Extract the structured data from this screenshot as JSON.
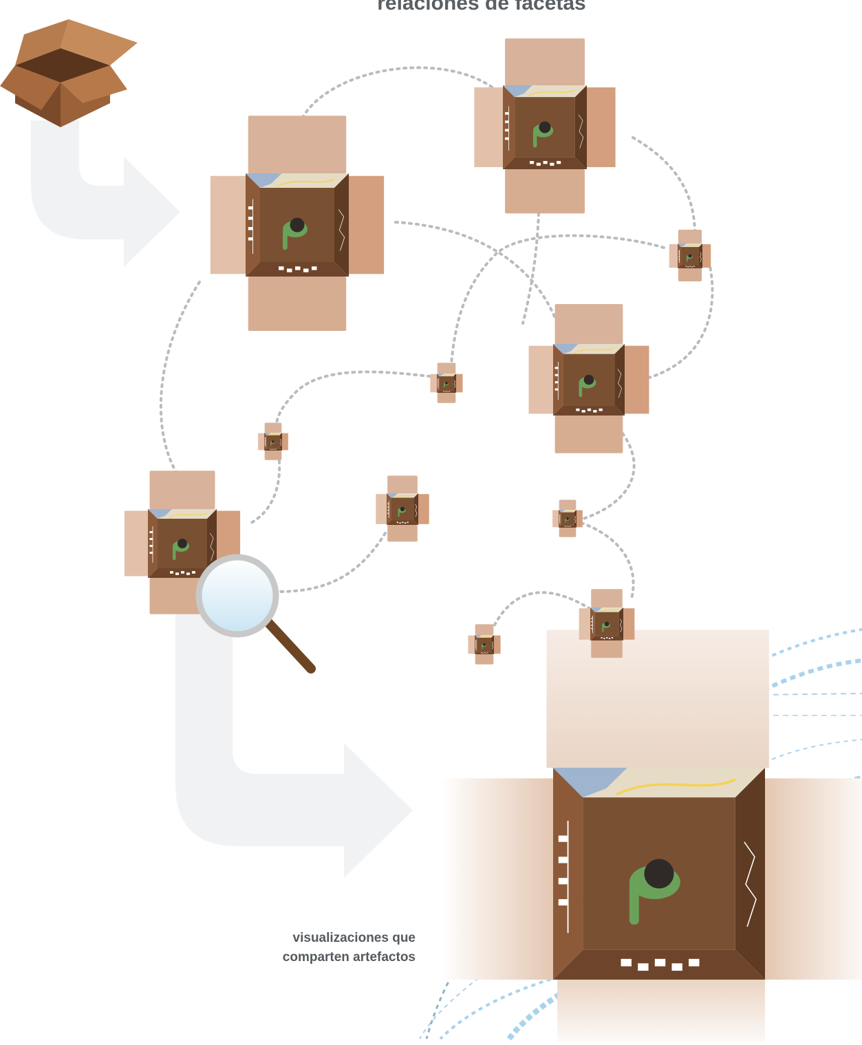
{
  "title": "relaciones de facetas",
  "caption": {
    "line1": "visualizaciones que",
    "line2": "comparten artefactos"
  },
  "colors": {
    "box_inner": "#7a5033",
    "box_wall_dark": "#5e3b22",
    "flap_light": "#e2bfa8",
    "flap_mid": "#d8a886",
    "dotted_path": "#b9bcbf",
    "arrow": "#f1f2f4",
    "highlight_lines": "#a9d3ec",
    "magnifier_handle": "#6d4523",
    "person_shirt": "#6aa25a"
  },
  "icons": {
    "open_box": "open-box-icon",
    "magnifier": "magnifying-glass-icon",
    "person": "person-top-view-icon"
  }
}
